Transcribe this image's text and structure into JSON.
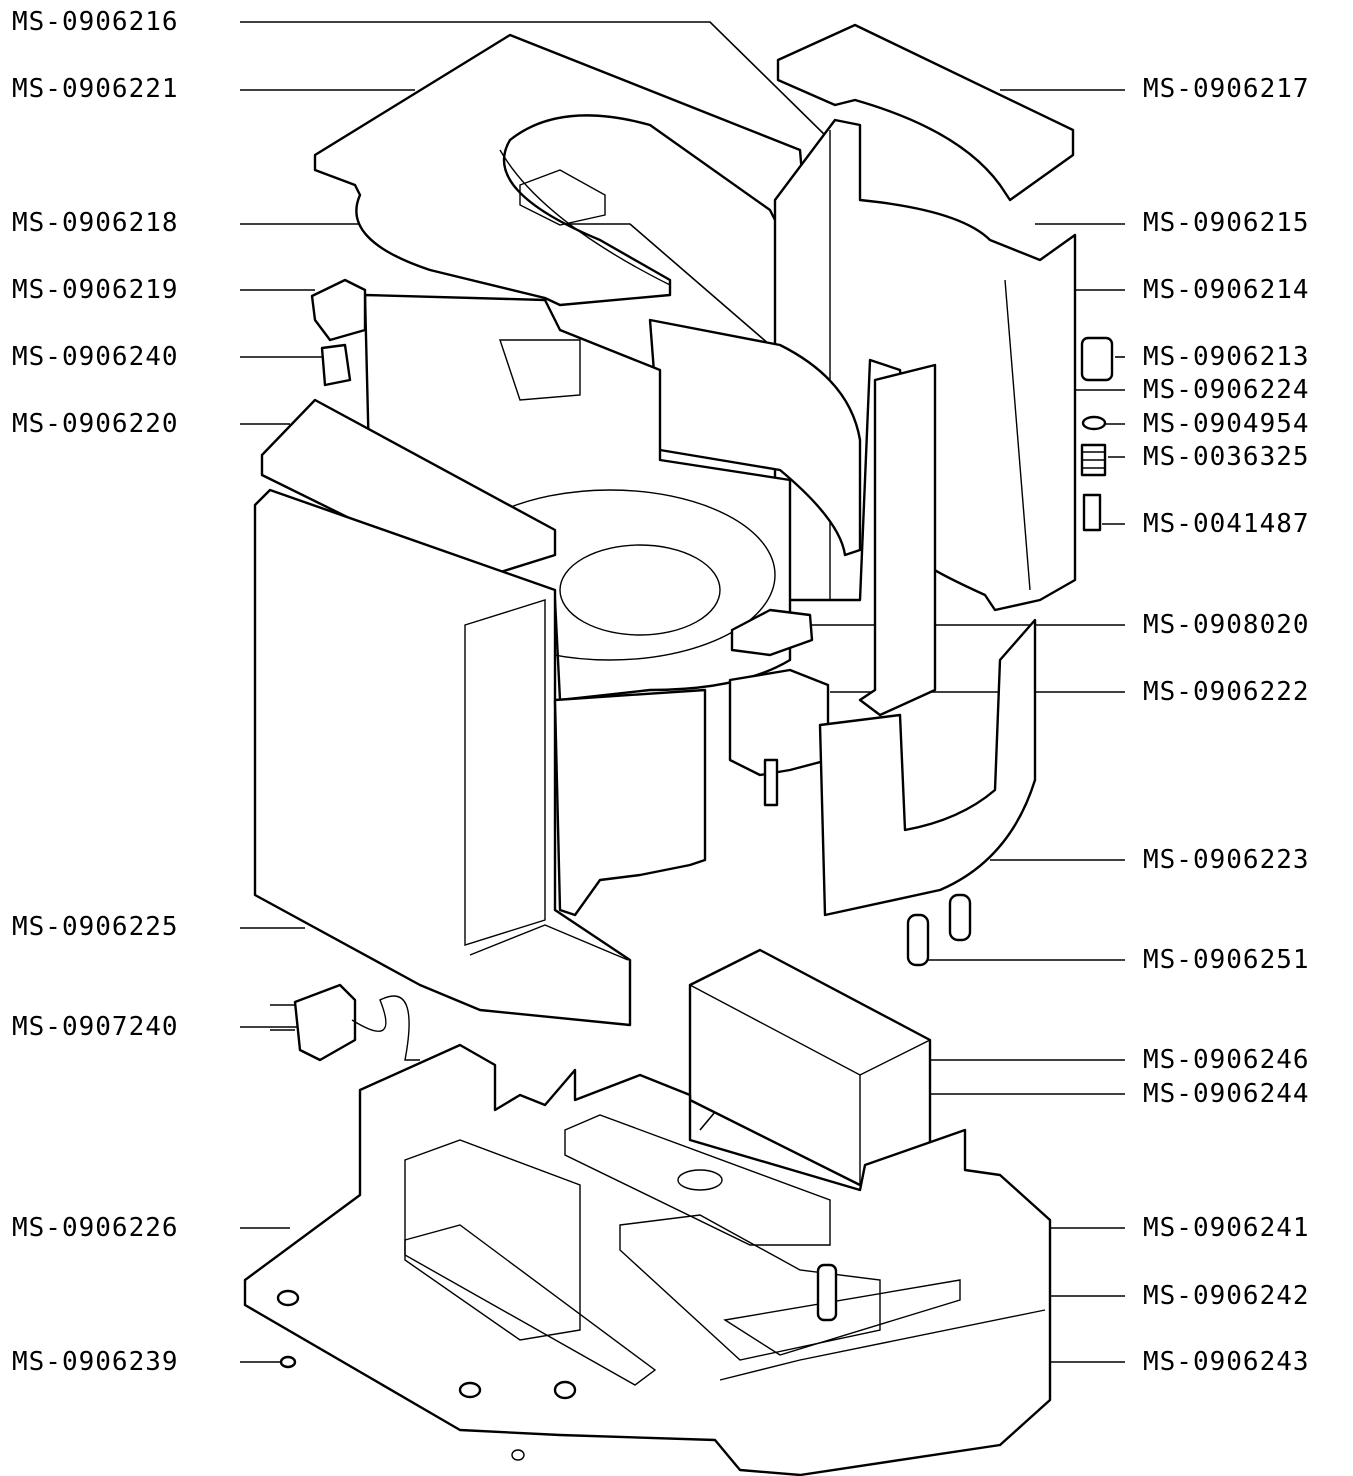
{
  "labels_left": [
    "MS-0906216",
    "MS-0906221",
    "MS-0906218",
    "MS-0906219",
    "MS-0906240",
    "MS-0906220",
    "MS-0906225",
    "MS-0907240",
    "MS-0906226",
    "MS-0906239"
  ],
  "labels_right": [
    "MS-0906217",
    "MS-0906215",
    "MS-0906214",
    "MS-0906213",
    "MS-0906224",
    "MS-0904954",
    "MS-0036325",
    "MS-0041487",
    "MS-0908020",
    "MS-0906222",
    "MS-0906223",
    "MS-0906251",
    "MS-0906246",
    "MS-0906244",
    "MS-0906241",
    "MS-0906242",
    "MS-0906243"
  ]
}
